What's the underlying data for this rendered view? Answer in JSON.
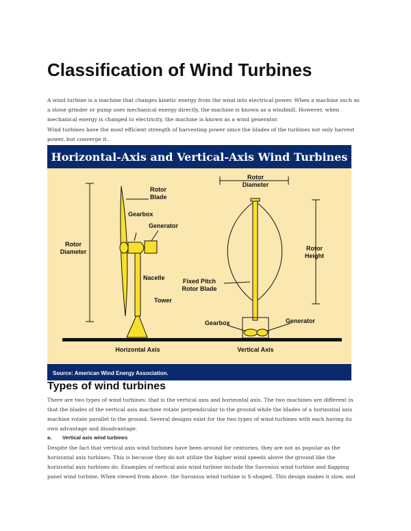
{
  "document": {
    "title": "Classification of Wind Turbines",
    "intro_p1": "A wind turbine is a machine that changes kinetic energy from the wind into electrical power. When a machine such as a stone grinder or pump uses mechanical energy directly, the machine is known as a windmill. However, when mechanical energy is changed to electricity, the machine is known as a wind generator.",
    "intro_p2": "Wind turbines have the most efficient strength of harvesting power since the blades of the turbines not only harvest power, but converge it.",
    "types_heading": "Types of wind turbines",
    "types_paragraph": "There are two types of wind turbines: that is the vertical axis and horizontal axis. The two machines are different in that the blades of the vertical axis machine rotate perpendicular to the ground while the blades of a horizontal axis machine rotate parallel to the ground. Several designs exist for the two types of wind turbines with each having its own advantage and disadvantage.",
    "vertical_marker": "a.",
    "vertical_heading": "Vertical axis wind turbines",
    "vertical_paragraph": "Despite the fact that vertical axis wind turbines have been around for centuries, they are not as popular as the horizontal axis turbines. This is because they do not utilize the higher wind speeds above the ground like the horizontal axis turbines do. Examples of vertical axis wind turbine include the Savonius wind turbine and flapping panel wind turbine. When viewed from above, the Savonius wind turbine is S-shaped. This design makes it slow, and"
  },
  "figure": {
    "title": "Horizontal-Axis and Vertical-Axis Wind Turbines",
    "source": "Source: American Wind Energy Association.",
    "colors": {
      "banner": "#0a2a6e",
      "background": "#fbe7b0",
      "turbine": "#f7e02a",
      "outline": "#111111"
    },
    "labels": {
      "rotor_blade_1": "Rotor",
      "rotor_blade_2": "Blade",
      "gearbox_left": "Gearbox",
      "generator_left": "Generator",
      "rotor_diameter_left_1": "Rotor",
      "rotor_diameter_left_2": "Diameter",
      "nacelle": "Nacelle",
      "tower": "Tower",
      "horizontal_axis": "Horizontal Axis",
      "rotor_diameter_right_1": "Rotor",
      "rotor_diameter_right_2": "Diameter",
      "rotor_height_1": "Rotor",
      "rotor_height_2": "Height",
      "fixed_pitch_1": "Fixed Pitch",
      "fixed_pitch_2": "Rotor Blade",
      "gearbox_right": "Gearbox",
      "generator_right": "Generator",
      "vertical_axis": "Vertical Axis"
    }
  }
}
